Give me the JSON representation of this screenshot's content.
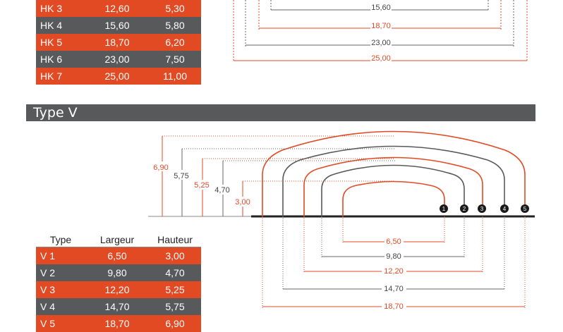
{
  "hk_rows": [
    {
      "type": "HK 3",
      "width": "12,60",
      "height": "5,30",
      "color": "orange"
    },
    {
      "type": "HK 4",
      "width": "15,60",
      "height": "5,80",
      "color": "gray"
    },
    {
      "type": "HK 5",
      "width": "18,70",
      "height": "6,20",
      "color": "orange"
    },
    {
      "type": "HK 6",
      "width": "23,00",
      "height": "7,50",
      "color": "gray"
    },
    {
      "type": "HK 7",
      "width": "25,00",
      "height": "11,00",
      "color": "orange"
    }
  ],
  "hk_width_labels": [
    "15,60",
    "18,70",
    "23,00",
    "25,00"
  ],
  "section_title": "Type V",
  "v_table": {
    "headers": [
      "Type",
      "Largeur",
      "Hauteur"
    ],
    "rows": [
      {
        "type": "V 1",
        "width": "6,50",
        "height": "3,00",
        "color": "orange"
      },
      {
        "type": "V 2",
        "width": "9,80",
        "height": "4,70",
        "color": "gray"
      },
      {
        "type": "V 3",
        "width": "12,20",
        "height": "5,25",
        "color": "orange"
      },
      {
        "type": "V 4",
        "width": "14,70",
        "height": "5,75",
        "color": "gray"
      },
      {
        "type": "V 5",
        "width": "18,70",
        "height": "6,90",
        "color": "orange"
      }
    ]
  },
  "v_height_labels": [
    "6,90",
    "5,75",
    "5,25",
    "4,70",
    "3,00"
  ],
  "v_width_labels": [
    "6,50",
    "9,80",
    "12,20",
    "14,70",
    "18,70"
  ],
  "v_markers": [
    "1",
    "2",
    "3",
    "4",
    "5"
  ],
  "colors": {
    "orange": "#e24a24",
    "gray": "#57595b",
    "dim_gray": "#666666"
  }
}
